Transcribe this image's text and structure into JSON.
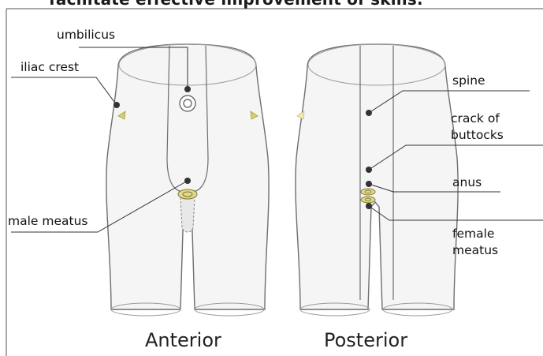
{
  "header": {
    "title": "facilitate effective improvement of skills."
  },
  "views": {
    "anterior": "Anterior",
    "posterior": "Posterior"
  },
  "labels": {
    "umbilicus": "umbilicus",
    "iliac_crest": "iliac crest",
    "male_meatus": "male meatus",
    "spine": "spine",
    "crack_of_buttocks": "crack of\nbuttocks",
    "anus": "anus",
    "female_meatus": "female\nmeatus"
  },
  "colors": {
    "outline": "#6e6e6e",
    "body_fill": "#f5f5f5",
    "marker": "#d9cf6a",
    "dot": "#333333",
    "leader": "#333333"
  }
}
